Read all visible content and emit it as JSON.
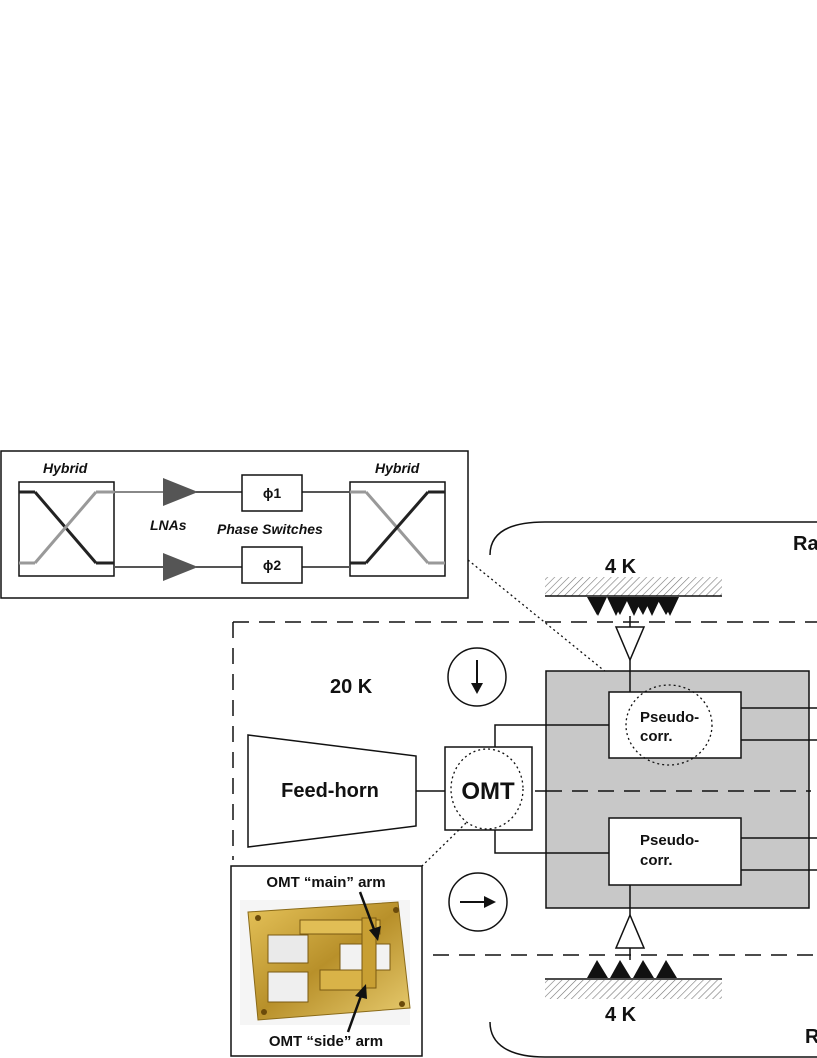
{
  "inset": {
    "hybrid_left": "Hybrid",
    "hybrid_right": "Hybrid",
    "lnas": "LNAs",
    "phase_switches": "Phase Switches",
    "phi1": "ϕ1",
    "phi2": "ϕ2"
  },
  "rack_top": {
    "label_partial": "Ra",
    "temperature": "4 K"
  },
  "rack_bottom": {
    "label_partial": "R",
    "temperature": "4 K"
  },
  "stage": {
    "temperature": "20 K"
  },
  "feedhorn": {
    "label": "Feed-horn"
  },
  "omt": {
    "label": "OMT"
  },
  "pseudo_top": {
    "line1": "Pseudo-",
    "line2": "corr."
  },
  "pseudo_bottom": {
    "line1": "Pseudo-",
    "line2": "corr."
  },
  "photo": {
    "main_arm": "OMT “main” arm",
    "side_arm": "OMT “side” arm"
  },
  "colors": {
    "gray_box": "#c8c8c8",
    "gold": "#c9a233",
    "amp_fill": "#555555"
  }
}
